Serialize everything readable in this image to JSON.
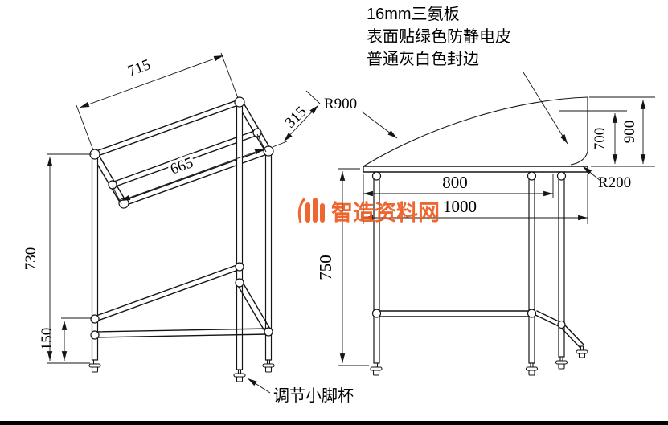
{
  "watermark": {
    "text": "智造资料网",
    "color": "#ed5a1f"
  },
  "notes": {
    "line1": "16mm三氨板",
    "line2": "表面贴绿色防静电皮",
    "line3": "普通灰白色封边",
    "foot": "调节小脚杯"
  },
  "left_view": {
    "length": "715",
    "depth": "315",
    "rail": "665",
    "height": "730",
    "foot_height": "150"
  },
  "right_view": {
    "radius_top": "R900",
    "radius_corner": "R200",
    "width_inner": "800",
    "width_total": "1000",
    "height": "750",
    "depth_front": "700",
    "depth_total": "900"
  }
}
